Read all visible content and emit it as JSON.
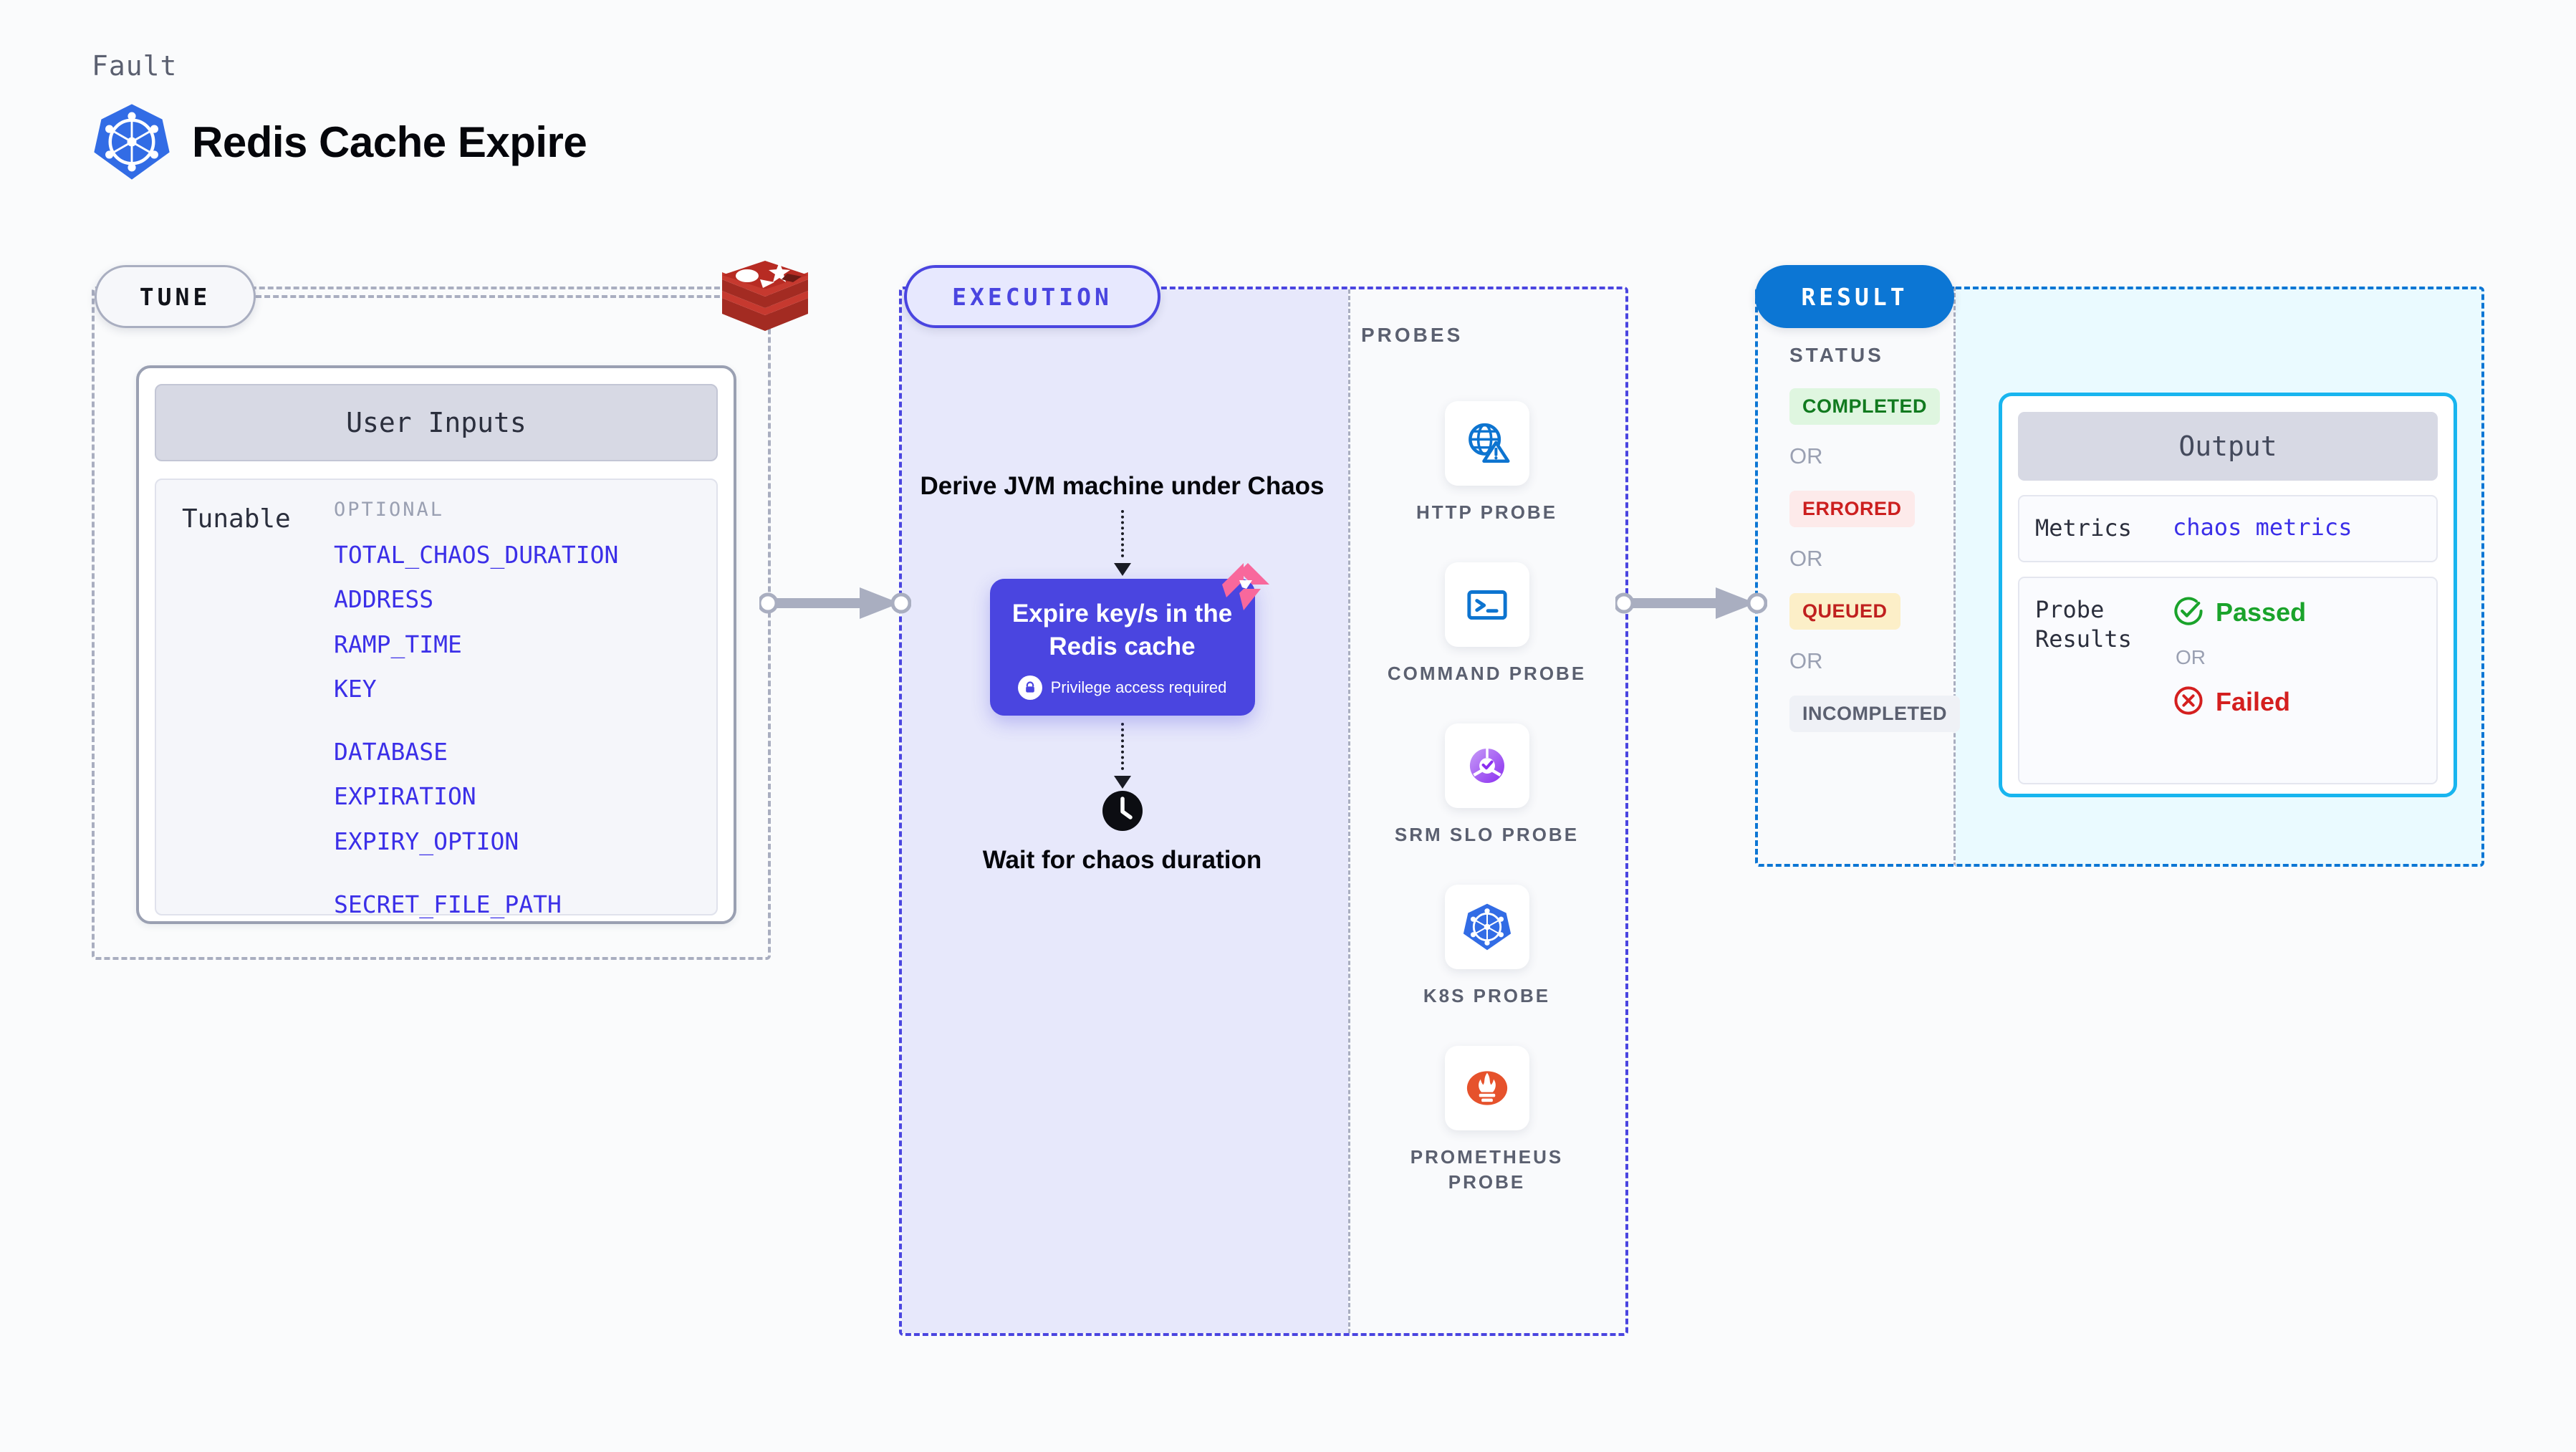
{
  "header": {
    "kind_label": "Fault",
    "title": "Redis Cache Expire",
    "logo_icon": "kubernetes-icon"
  },
  "tune": {
    "badge": "TUNE",
    "tech_logo_icon": "redis-icon",
    "card_title": "User Inputs",
    "tunable_label": "Tunable",
    "optional_label": "OPTIONAL",
    "parameters": [
      "TOTAL_CHAOS_DURATION",
      "ADDRESS",
      "RAMP_TIME",
      "KEY",
      "DATABASE",
      "EXPIRATION",
      "EXPIRY_OPTION",
      "SECRET_FILE_PATH"
    ]
  },
  "execution": {
    "badge": "EXECUTION",
    "derive_step": "Derive JVM machine under Chaos",
    "chaos_card": {
      "title": "Expire key/s in the Redis cache",
      "privilege_note": "Privilege access required",
      "lock_icon": "lock-icon",
      "ribbon_icon": "chaos-fault-ribbon-icon"
    },
    "wait_step": {
      "clock_icon": "clock-icon",
      "label": "Wait for chaos duration"
    }
  },
  "probes": {
    "label": "PROBES",
    "items": [
      {
        "name": "HTTP PROBE",
        "icon": "globe-warning-icon"
      },
      {
        "name": "COMMAND PROBE",
        "icon": "terminal-icon"
      },
      {
        "name": "SRM SLO PROBE",
        "icon": "srm-slo-donut-icon"
      },
      {
        "name": "K8S PROBE",
        "icon": "kubernetes-icon"
      },
      {
        "name": "PROMETHEUS PROBE",
        "icon": "prometheus-icon"
      }
    ]
  },
  "result": {
    "badge": "RESULT",
    "status_label": "STATUS",
    "or_label": "OR",
    "statuses": [
      {
        "label": "COMPLETED",
        "color": "#117a1f",
        "bg": "#dff6e0"
      },
      {
        "label": "ERRORED",
        "color": "#cc1f1f",
        "bg": "#fdeaea"
      },
      {
        "label": "QUEUED",
        "color": "#c0201f",
        "bg": "#fcefc8"
      },
      {
        "label": "INCOMPLETED",
        "color": "#5b6070",
        "bg": "#eff1f6"
      }
    ],
    "output": {
      "title": "Output",
      "metrics_key": "Metrics",
      "metrics_value": "chaos metrics",
      "probe_results_key": "Probe Results",
      "passed_label": "Passed",
      "failed_label": "Failed",
      "or_label": "OR",
      "passed_icon": "check-circle-icon",
      "failed_icon": "x-circle-icon"
    }
  },
  "colors": {
    "accent_indigo": "#4a45e0",
    "accent_blue": "#0c76d4",
    "accent_cyan": "#18b5ef",
    "param_text": "#3b2fe8",
    "pink_ribbon": "#f8689c",
    "redis_red": "#b72b23",
    "k8s_blue": "#326ce5"
  }
}
